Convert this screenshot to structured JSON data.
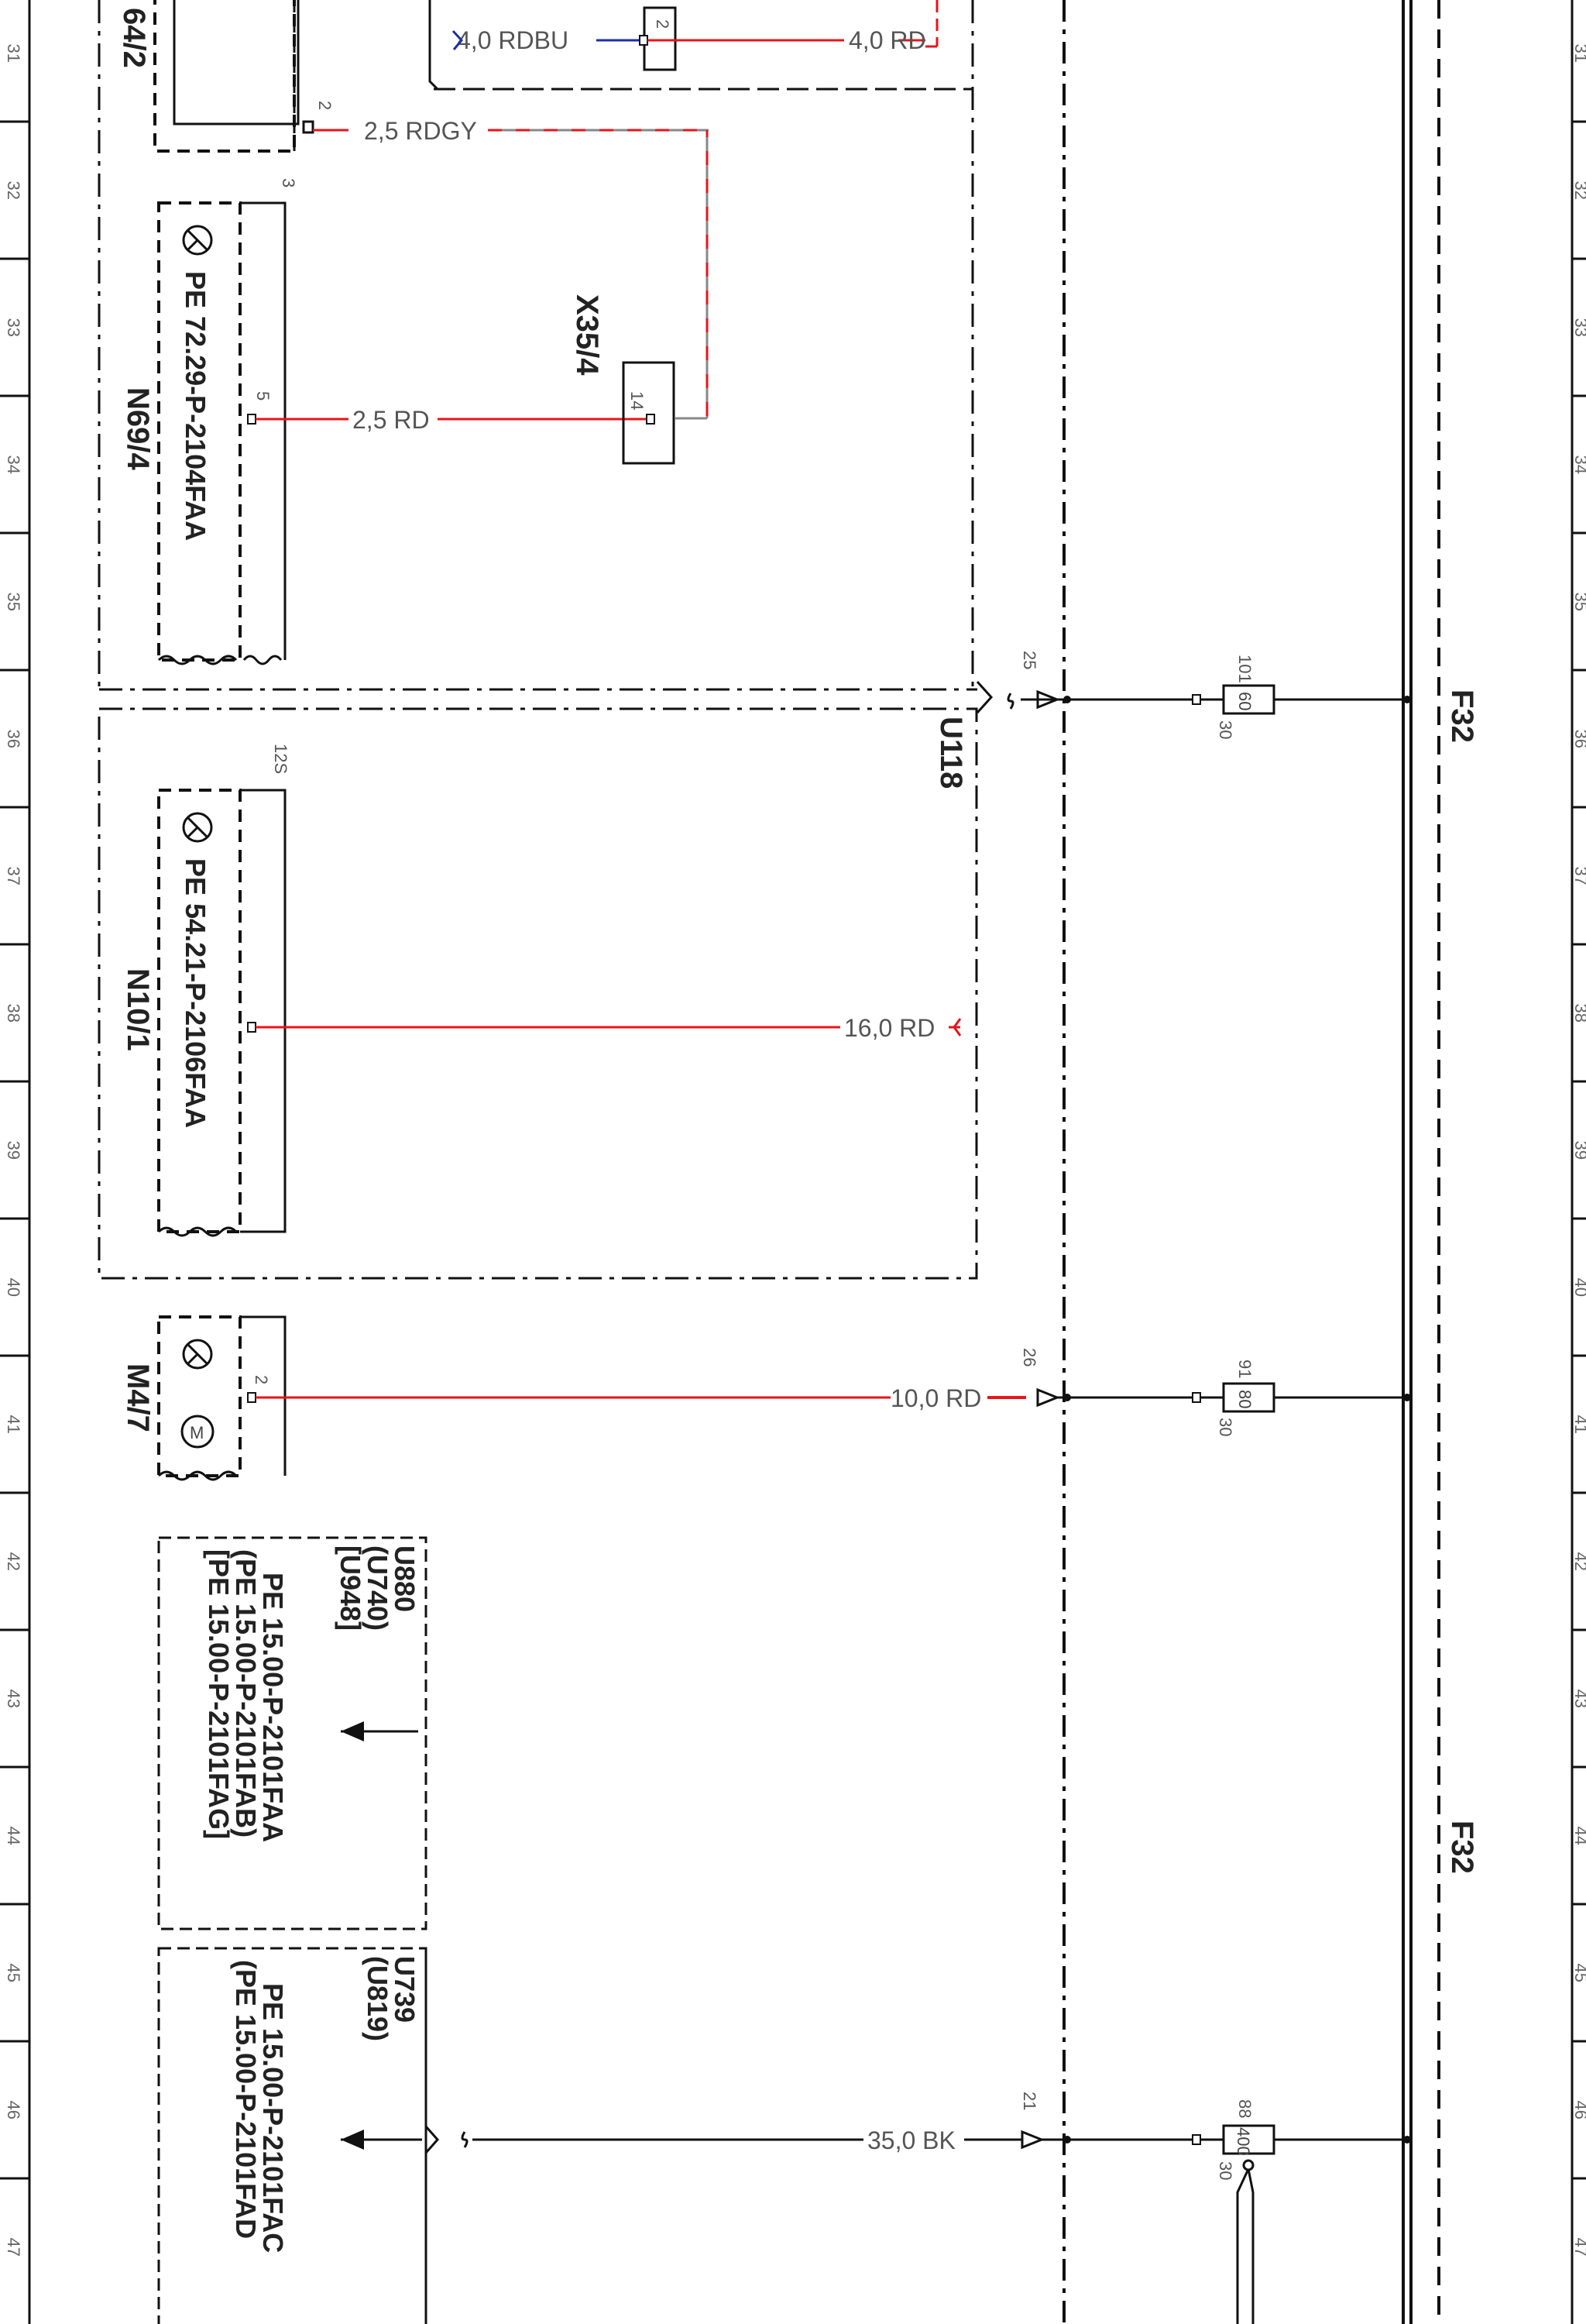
{
  "ruler": {
    "rows": [
      "31",
      "32",
      "33",
      "34",
      "35",
      "36",
      "37",
      "38",
      "39",
      "40",
      "41",
      "42",
      "43",
      "44",
      "45",
      "46",
      "47"
    ]
  },
  "colors": {
    "red": "#e8141b",
    "blue": "#1d2ea8",
    "grey": "#888888",
    "black": "#111111"
  },
  "components": {
    "top_cut": "64/2",
    "n69": "N69/4",
    "n10": "N10/1",
    "m4": "M4/7",
    "x35": "X35/4",
    "u118": "U118",
    "f32_a": "F32",
    "f32_b": "F32"
  },
  "refs": {
    "n69": "PE  72.29-P-2104FAA",
    "n10": "PE  54.21-P-2106FAA",
    "u880_lines": [
      "PE  15.00-P-2101FAA",
      "(PE  15.00-P-2101FAB)",
      "[PE  15.00-P-2101FAG]"
    ],
    "u739_lines": [
      "PE  15.00-P-2101FAC",
      "(PE  15.00-P-2101FAD"
    ]
  },
  "variants": {
    "u880_lines": [
      "U880",
      "(U740)",
      "[U948]"
    ],
    "u739_lines": [
      "U739",
      "(U819)"
    ]
  },
  "wires": {
    "rdbu": "4,0 RDBU",
    "rd_top": "4,0 RD",
    "rdgy": "2,5 RDGY",
    "rd_n69": "2,5 RD",
    "rd_n10": "16,0 RD",
    "rd_m4": "10,0 RD",
    "bk": "35,0 BK"
  },
  "pins": {
    "top_2a": "2",
    "top_2b": "2",
    "n69_3": "3",
    "n69_5": "5",
    "x35_14": "14",
    "n10_12s": "12S",
    "m4_2": "2",
    "node_25": "25",
    "node_26": "26",
    "node_21": "21"
  },
  "fuses": {
    "f_a": {
      "num": "101",
      "rating": "60",
      "term": "30"
    },
    "f_b": {
      "num": "91",
      "rating": "80",
      "term": "30"
    },
    "f_c": {
      "num": "88",
      "rating": "400",
      "term": "30"
    }
  }
}
